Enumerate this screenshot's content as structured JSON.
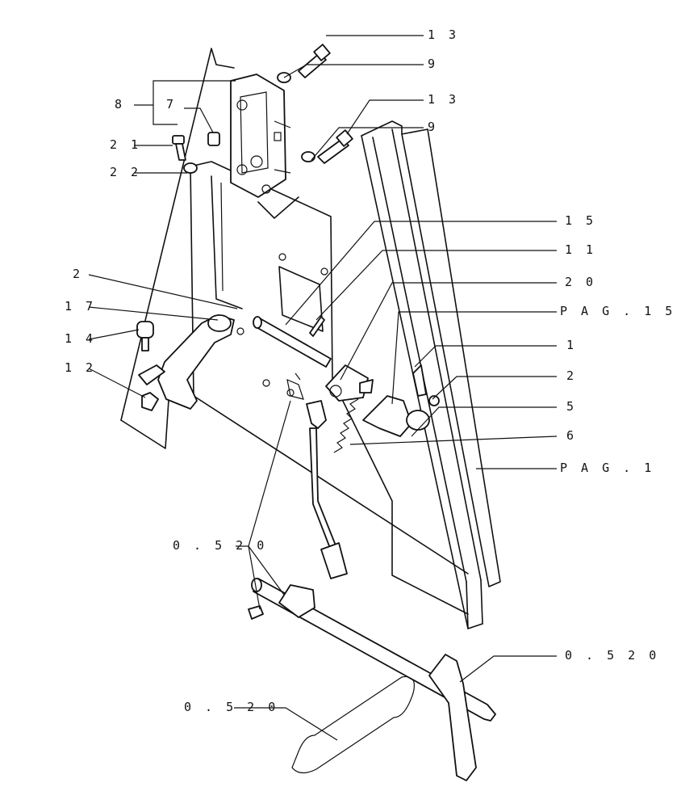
{
  "callouts": [
    {
      "id": "c-13a",
      "text": "1 3"
    },
    {
      "id": "c-9a",
      "text": "9"
    },
    {
      "id": "c-13b",
      "text": "1 3"
    },
    {
      "id": "c-9b",
      "text": "9"
    },
    {
      "id": "c-8",
      "text": "8"
    },
    {
      "id": "c-7",
      "text": "7"
    },
    {
      "id": "c-21",
      "text": "2 1"
    },
    {
      "id": "c-22",
      "text": "2 2"
    },
    {
      "id": "c-15",
      "text": "1 5"
    },
    {
      "id": "c-11",
      "text": "1 1"
    },
    {
      "id": "c-20",
      "text": "2 0"
    },
    {
      "id": "c-pag15",
      "text": "P A G . 1 5"
    },
    {
      "id": "c-2a",
      "text": "2"
    },
    {
      "id": "c-17",
      "text": "1 7"
    },
    {
      "id": "c-14",
      "text": "1 4"
    },
    {
      "id": "c-12",
      "text": "1 2"
    },
    {
      "id": "c-1",
      "text": "1"
    },
    {
      "id": "c-2b",
      "text": "2"
    },
    {
      "id": "c-5",
      "text": "5"
    },
    {
      "id": "c-6",
      "text": "6"
    },
    {
      "id": "c-pag1",
      "text": "P A G . 1"
    },
    {
      "id": "c-0520a",
      "text": "0 . 5 2 0"
    },
    {
      "id": "c-0520b",
      "text": "0 . 5 2 0"
    },
    {
      "id": "c-0520c",
      "text": "0 . 5 2 0"
    }
  ]
}
